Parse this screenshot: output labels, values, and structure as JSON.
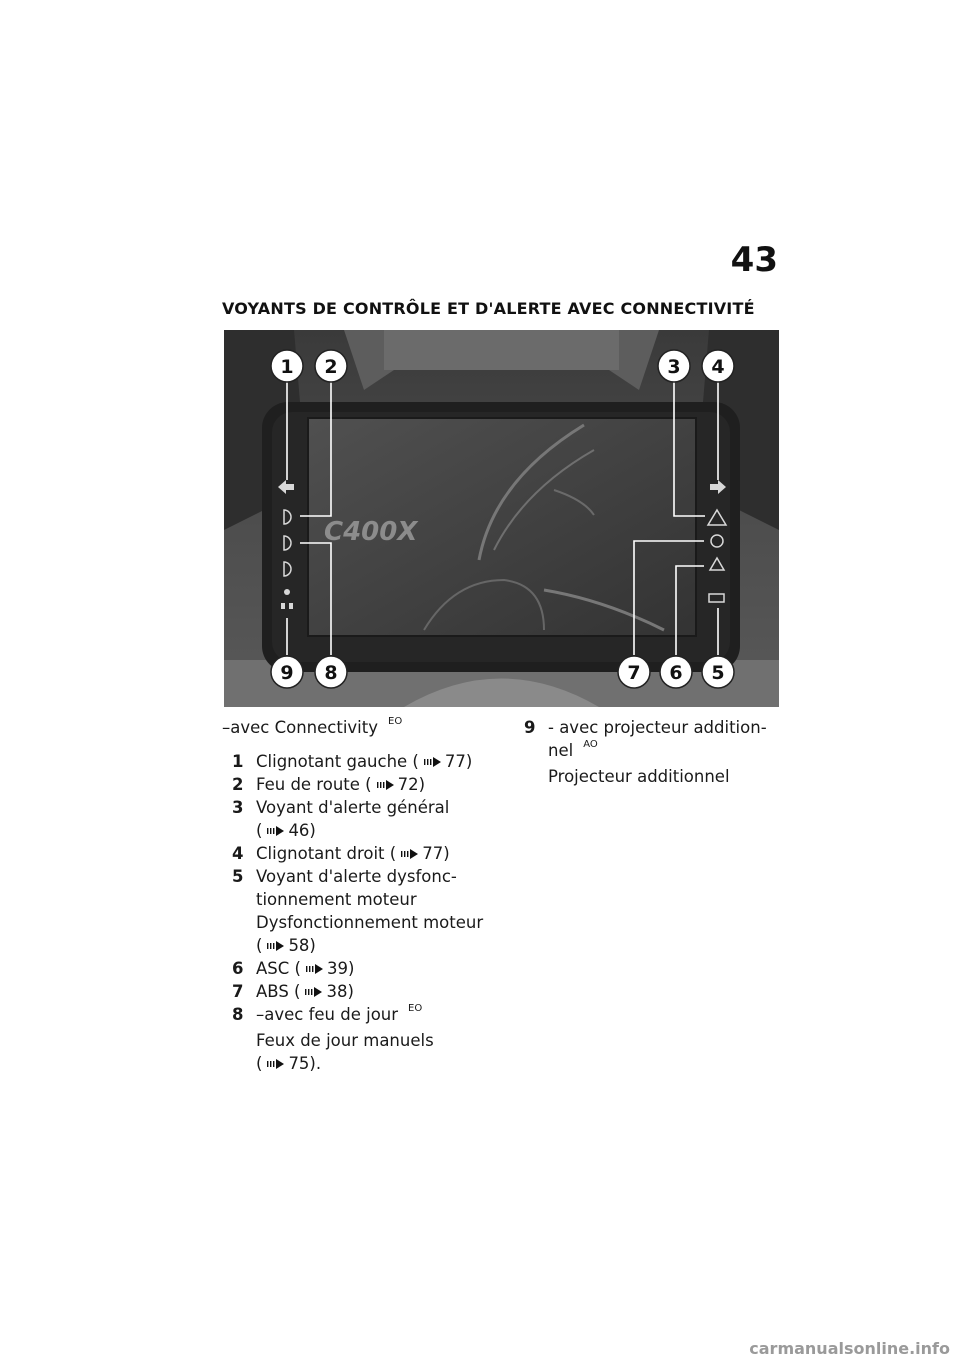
{
  "page_number": "43",
  "section_title": "VOYANTS DE CONTRÔLE ET D'ALERTE AVEC CONNECTIVITÉ",
  "figure": {
    "callouts_top": [
      "1",
      "2",
      "3",
      "4"
    ],
    "callouts_bottom": [
      "9",
      "8",
      "7",
      "6",
      "5"
    ]
  },
  "left_column": {
    "intro_text": "–avec Connectivity",
    "intro_sup": "EO",
    "items": [
      {
        "num": "1",
        "lines": [
          "Clignotant gauche  ("
        ],
        "ref": "77)"
      },
      {
        "num": "2",
        "lines": [
          "Feu de route  ("
        ],
        "ref": "72)"
      },
      {
        "num": "3",
        "lines": [
          "Voyant d'alerte général"
        ],
        "ref": "46)"
      },
      {
        "num": "4",
        "lines": [
          "Clignotant droit  ("
        ],
        "ref": "77)"
      },
      {
        "num": "5",
        "lines": [
          "Voyant d'alerte dysfonc-",
          "tionnement moteur",
          "Dysfonctionnement moteur"
        ],
        "ref": "58)"
      },
      {
        "num": "6",
        "lines": [
          "ASC  ("
        ],
        "ref": "39)"
      },
      {
        "num": "7",
        "lines": [
          "ABS  ("
        ],
        "ref": "38)"
      },
      {
        "num": "8",
        "line1": "–avec feu de jour",
        "sup": "EO",
        "line2": "Feux de jour manuels",
        "ref": "75)."
      }
    ]
  },
  "right_column": {
    "items": [
      {
        "num": "9",
        "line1": "- avec projecteur addition-",
        "line2": "nel",
        "sup": "AO",
        "line3": "Projecteur additionnel"
      }
    ]
  },
  "watermark": "carmanualsonline.info",
  "colors": {
    "callout_circle": "#ffffff",
    "photo_dark": "#2a2a2a",
    "screen": "#3f3f3f"
  }
}
